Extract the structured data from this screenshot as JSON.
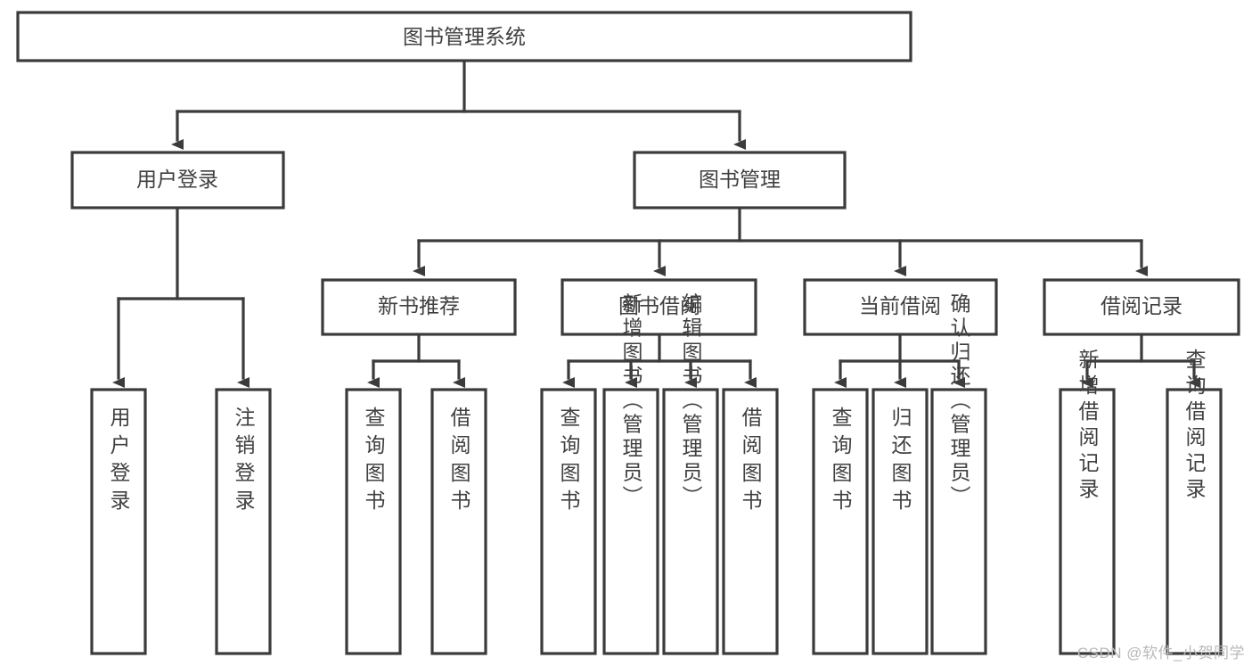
{
  "diagram": {
    "title": "图书管理系统",
    "watermark": "CSDN @软件_小贺同学",
    "colors": {
      "stroke": "#3b3b3b",
      "text": "#404040",
      "background": "#ffffff",
      "watermark": "#b9b9b9"
    },
    "levels": {
      "root": {
        "label": "图书管理系统"
      },
      "level2": [
        {
          "label": "用户登录"
        },
        {
          "label": "图书管理"
        }
      ],
      "level3": [
        {
          "label": "新书推荐"
        },
        {
          "label": "图书借阅"
        },
        {
          "label": "当前借阅"
        },
        {
          "label": "借阅记录"
        }
      ],
      "level4": [
        {
          "label": "用户登录",
          "parent": "用户登录"
        },
        {
          "label": "注销登录",
          "parent": "用户登录"
        },
        {
          "label": "查询图书",
          "parent": "新书推荐"
        },
        {
          "label": "借阅图书",
          "parent": "新书推荐"
        },
        {
          "label": "查询图书",
          "parent": "图书借阅"
        },
        {
          "label": "新增图书（管理员）",
          "parent": "图书借阅"
        },
        {
          "label": "编辑图书（管理员）",
          "parent": "图书借阅"
        },
        {
          "label": "借阅图书",
          "parent": "图书借阅"
        },
        {
          "label": "查询图书",
          "parent": "当前借阅"
        },
        {
          "label": "归还图书",
          "parent": "当前借阅"
        },
        {
          "label": "确认归还（管理员）",
          "parent": "当前借阅"
        },
        {
          "label": "新增借阅记录",
          "parent": "借阅记录"
        },
        {
          "label": "查询借阅记录",
          "parent": "借阅记录"
        }
      ]
    }
  }
}
